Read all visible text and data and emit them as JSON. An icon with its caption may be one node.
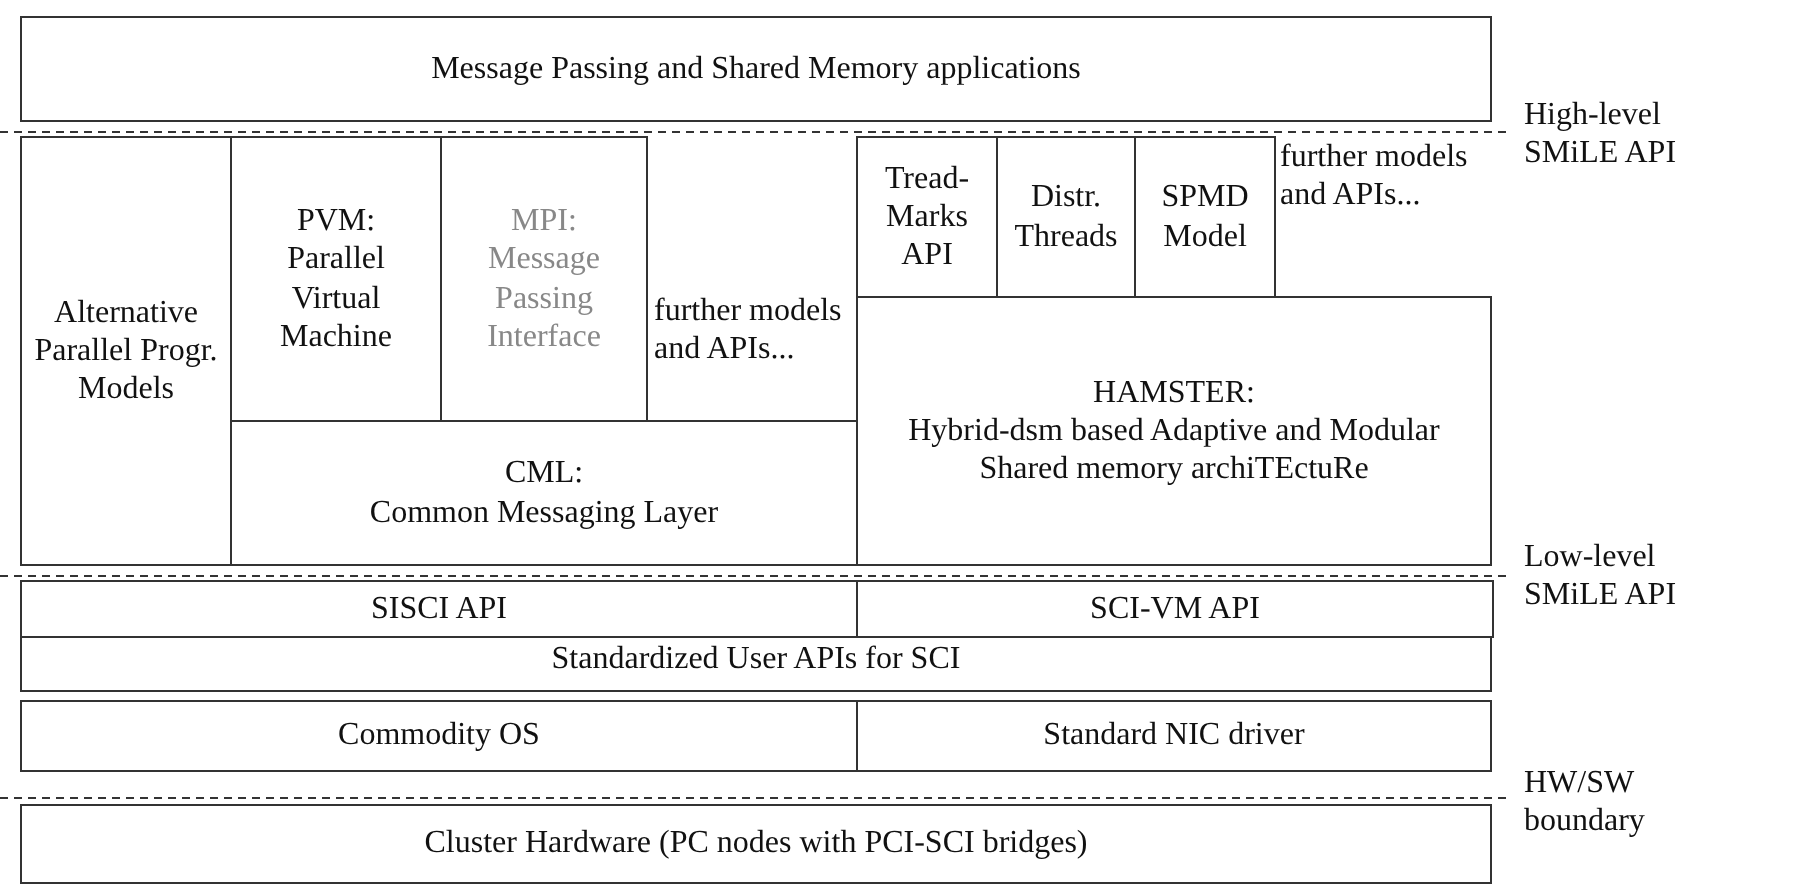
{
  "diagram": {
    "nodes": [
      {
        "text": [
          "Message Passing and Shared Memory applications"
        ]
      },
      {
        "text": [
          "Alternative Parallel Progr. Models"
        ]
      },
      {
        "text": [
          "PVM:",
          "Parallel Virtual Machine"
        ]
      },
      {
        "text": [
          "MPI:",
          "Message Passing Interface"
        ]
      },
      {
        "text": [
          "CML:",
          "Common Messaging Layer"
        ]
      },
      {
        "text": [
          "Tread-Marks API"
        ]
      },
      {
        "text": [
          "Distr. Threads"
        ]
      },
      {
        "text": [
          "SPMD Model"
        ]
      },
      {
        "text": [
          "HAMSTER:",
          "Hybrid-dsm based Adaptive and Modular Shared memory archiTEctuRe"
        ]
      },
      {
        "text": [
          "Standardized User APIs for SCI"
        ]
      },
      {
        "text": [
          "SISCI API"
        ],
        "in": 9
      },
      {
        "text": [
          "SCI-VM API"
        ],
        "in": 9
      },
      {
        "text": [
          "Commodity OS"
        ]
      },
      {
        "text": [
          "Standard NIC driver"
        ]
      },
      {
        "text": [
          "Cluster Hardware (PC nodes with PCI-SCI bridges)"
        ]
      }
    ],
    "edges": [],
    "labels": [
      "High-level SMiLE API",
      "further models and APIs...",
      "further models and APIs...",
      "Low-level SMiLE API",
      "HW/SW boundary"
    ]
  }
}
